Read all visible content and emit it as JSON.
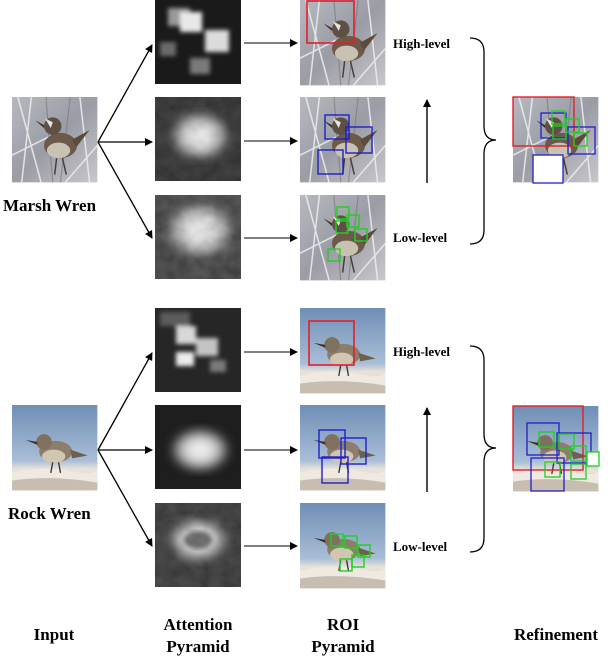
{
  "species": [
    {
      "name": "Marsh Wren"
    },
    {
      "name": "Rock Wren"
    }
  ],
  "levels": {
    "high": "High-level",
    "low": "Low-level"
  },
  "columns": {
    "input": "Input",
    "attention": [
      "Attention",
      "Pyramid"
    ],
    "roi": [
      "ROI",
      "Pyramid"
    ],
    "refinement": "Refinement"
  },
  "colors": {
    "high_box": "#e0202a",
    "mid_box": "#2020c8",
    "low_box": "#20d020",
    "arrow": "#000000"
  }
}
